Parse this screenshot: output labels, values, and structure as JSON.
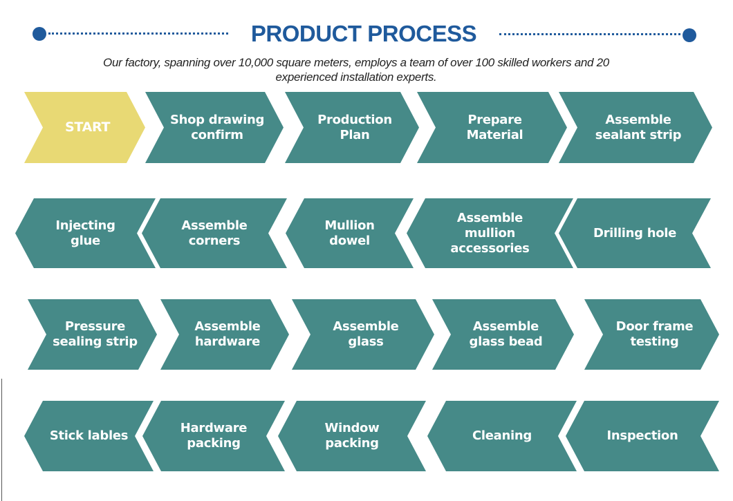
{
  "header": {
    "title": "PRODUCT PROCESS",
    "subtitle": "Our factory, spanning over 10,000 square meters, employs a team of over 100 skilled workers and 20\nexperienced installation experts."
  },
  "colors": {
    "title": "#1f5a9c",
    "dots": "#1f5a9c",
    "step_fill": "#468a88",
    "start_fill": "#e8d974",
    "label": "#ffffff"
  },
  "diagram": {
    "type": "process-flow",
    "steps": [
      {
        "label": "START",
        "row": 1,
        "direction": "right",
        "start": true
      },
      {
        "label": "Shop drawing\nconfirm",
        "row": 1,
        "direction": "right"
      },
      {
        "label": "Production Plan",
        "row": 1,
        "direction": "right"
      },
      {
        "label": "Prepare Material",
        "row": 1,
        "direction": "right"
      },
      {
        "label": "Assemble\nsealant strip",
        "row": 1,
        "direction": "right"
      },
      {
        "label": "Injecting\nglue",
        "row": 2,
        "direction": "left"
      },
      {
        "label": "Assemble\ncorners",
        "row": 2,
        "direction": "left"
      },
      {
        "label": "Mullion\ndowel",
        "row": 2,
        "direction": "left"
      },
      {
        "label": "Assemble\nmullion\naccessories",
        "row": 2,
        "direction": "left"
      },
      {
        "label": "Drilling hole",
        "row": 2,
        "direction": "left"
      },
      {
        "label": "Pressure\nsealing strip",
        "row": 3,
        "direction": "right"
      },
      {
        "label": "Assemble\nhardware",
        "row": 3,
        "direction": "right"
      },
      {
        "label": "Assemble glass",
        "row": 3,
        "direction": "right"
      },
      {
        "label": "Assemble\nglass bead",
        "row": 3,
        "direction": "right"
      },
      {
        "label": "Door frame\ntesting",
        "row": 3,
        "direction": "right"
      },
      {
        "label": "Stick lables",
        "row": 4,
        "direction": "left"
      },
      {
        "label": "Hardware\npacking",
        "row": 4,
        "direction": "left"
      },
      {
        "label": "Window\npacking",
        "row": 4,
        "direction": "left"
      },
      {
        "label": "Cleaning",
        "row": 4,
        "direction": "left"
      },
      {
        "label": "Inspection",
        "row": 4,
        "direction": "left"
      }
    ]
  }
}
